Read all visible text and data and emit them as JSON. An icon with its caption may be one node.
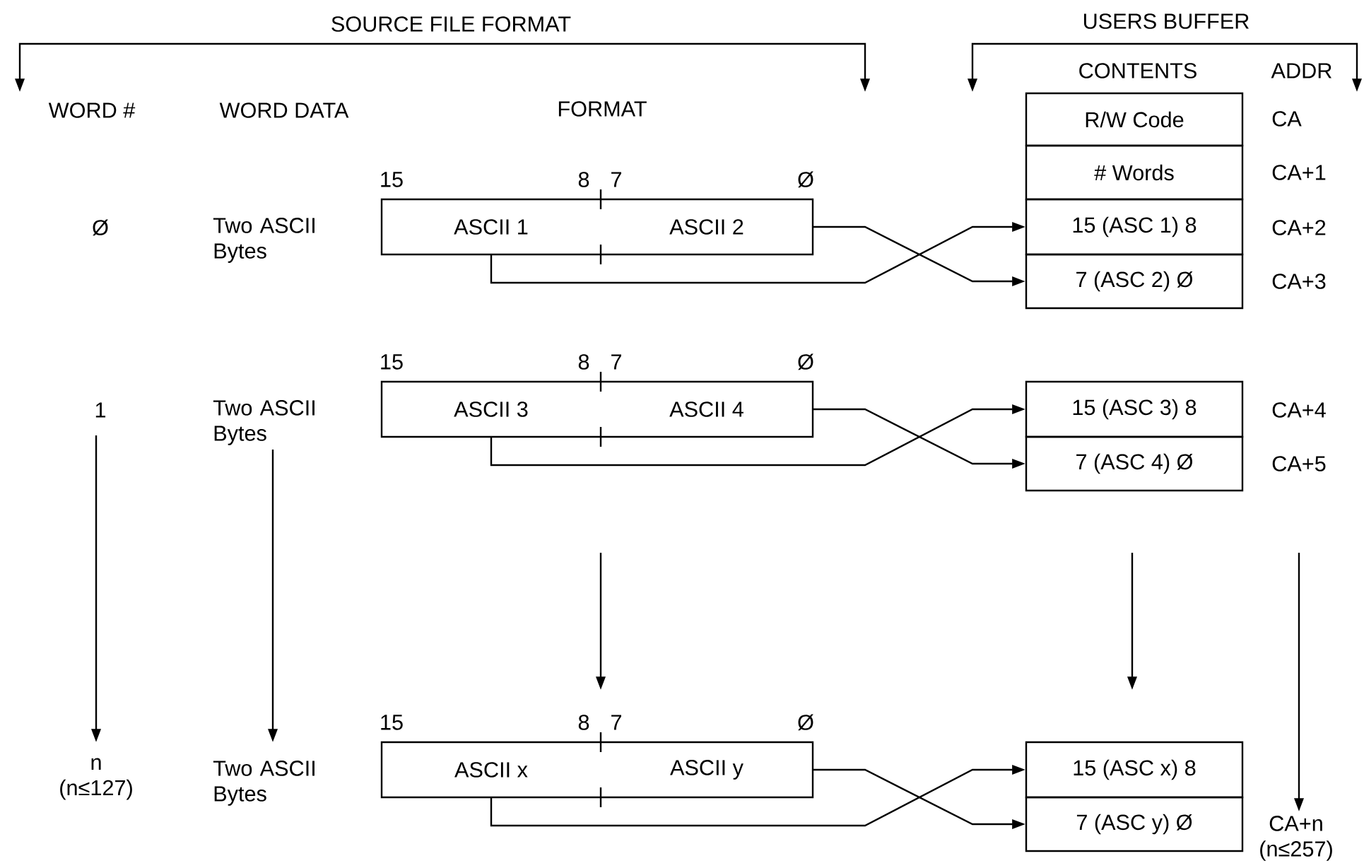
{
  "diagram": {
    "nodes": [
      {
        "text": [],
        "shape": "box"
      },
      {
        "text": [
          "ASCII 1"
        ],
        "in": 0
      },
      {
        "text": [
          "ASCII 2"
        ],
        "in": 0
      },
      {
        "text": [],
        "shape": "box"
      },
      {
        "text": [
          "ASCII 3"
        ],
        "in": 3
      },
      {
        "text": [
          "ASCII 4"
        ],
        "in": 3
      },
      {
        "text": [],
        "shape": "box"
      },
      {
        "text": [
          "ASCII x"
        ],
        "in": 6
      },
      {
        "text": [
          "ASCII y"
        ],
        "in": 6
      },
      {
        "text": [
          "R/W Code"
        ]
      },
      {
        "text": [
          "# Words"
        ]
      },
      {
        "text": [
          "15 (ASC 1) 8"
        ]
      },
      {
        "text": [
          "7 (ASC 2) Ø"
        ]
      },
      {
        "text": [
          "15 (ASC 3) 8"
        ]
      },
      {
        "text": [
          "7 (ASC 4) Ø"
        ]
      },
      {
        "text": [
          "15 (ASC x) 8"
        ]
      },
      {
        "text": [
          "7 (ASC y) Ø"
        ]
      }
    ],
    "edges": [
      {
        "from": 1,
        "to": 11,
        "arrow": "to"
      },
      {
        "from": 2,
        "to": 12,
        "arrow": "to"
      },
      {
        "from": 4,
        "to": 13,
        "arrow": "to"
      },
      {
        "from": 5,
        "to": 14,
        "arrow": "to"
      },
      {
        "from": 7,
        "to": 15,
        "arrow": "to"
      },
      {
        "from": 8,
        "to": 16,
        "arrow": "to"
      }
    ],
    "labels": [
      "SOURCE FILE FORMAT",
      "USERS BUFFER",
      "WORD #",
      "WORD DATA",
      "FORMAT",
      "CONTENTS",
      "ADDR",
      "CA",
      "CA+1",
      "15",
      "8",
      "7",
      "Ø",
      "Ø",
      "Two ASCII Bytes",
      "CA+2",
      "CA+3",
      "15",
      "8",
      "7",
      "Ø",
      "1",
      "Two ASCII Bytes",
      "CA+4",
      "CA+5",
      "15",
      "8",
      "7",
      "Ø",
      "n (n≤127)",
      "Two ASCII Bytes",
      "CA+n (n≤257)"
    ]
  }
}
